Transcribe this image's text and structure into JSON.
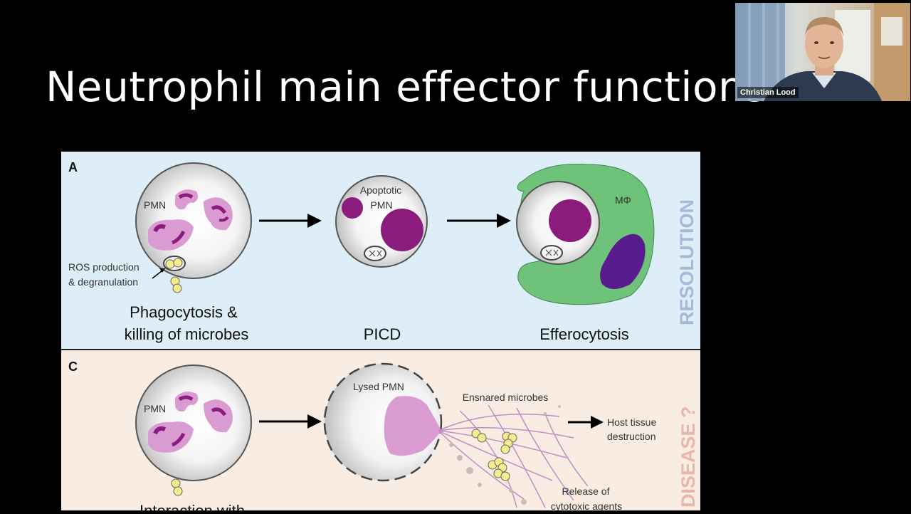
{
  "slide": {
    "title": "Neutrophil main effector functions"
  },
  "participant": {
    "name": "Christian Lood"
  },
  "figure": {
    "panel_a": {
      "letter": "A",
      "pmn_label": "PMN",
      "ros_line1": "ROS production",
      "ros_line2": "& degranulation",
      "caption1_line1": "Phagocytosis &",
      "caption1_line2": "killing of microbes",
      "apoptotic_line1": "Apoptotic",
      "apoptotic_line2": "PMN",
      "caption2": "PICD",
      "macrophage_label": "MΦ",
      "caption3": "Efferocytosis",
      "side_label": "RESOLUTION",
      "bg_color": "#ddeef8",
      "side_color": "#a9b8d6"
    },
    "panel_c": {
      "letter": "C",
      "pmn_label": "PMN",
      "lysed_label": "Lysed PMN",
      "ensnared_label": "Ensnared microbes",
      "host_line1": "Host tissue",
      "host_line2": "destruction",
      "release_line1": "Release of",
      "release_line2": "cytotoxic agents",
      "caption1_partial": "Interaction with",
      "side_label": "DISEASE ?",
      "bg_color": "#f9ece2",
      "side_color": "#e7b6ad"
    },
    "colors": {
      "nucleus": "#8b1c7e",
      "granule": "#f5ec8d",
      "macrophage": "#6fc27a",
      "macrophage_nucleus": "#5a1b8e",
      "lysed_nucleus": "#d99bd1"
    }
  }
}
